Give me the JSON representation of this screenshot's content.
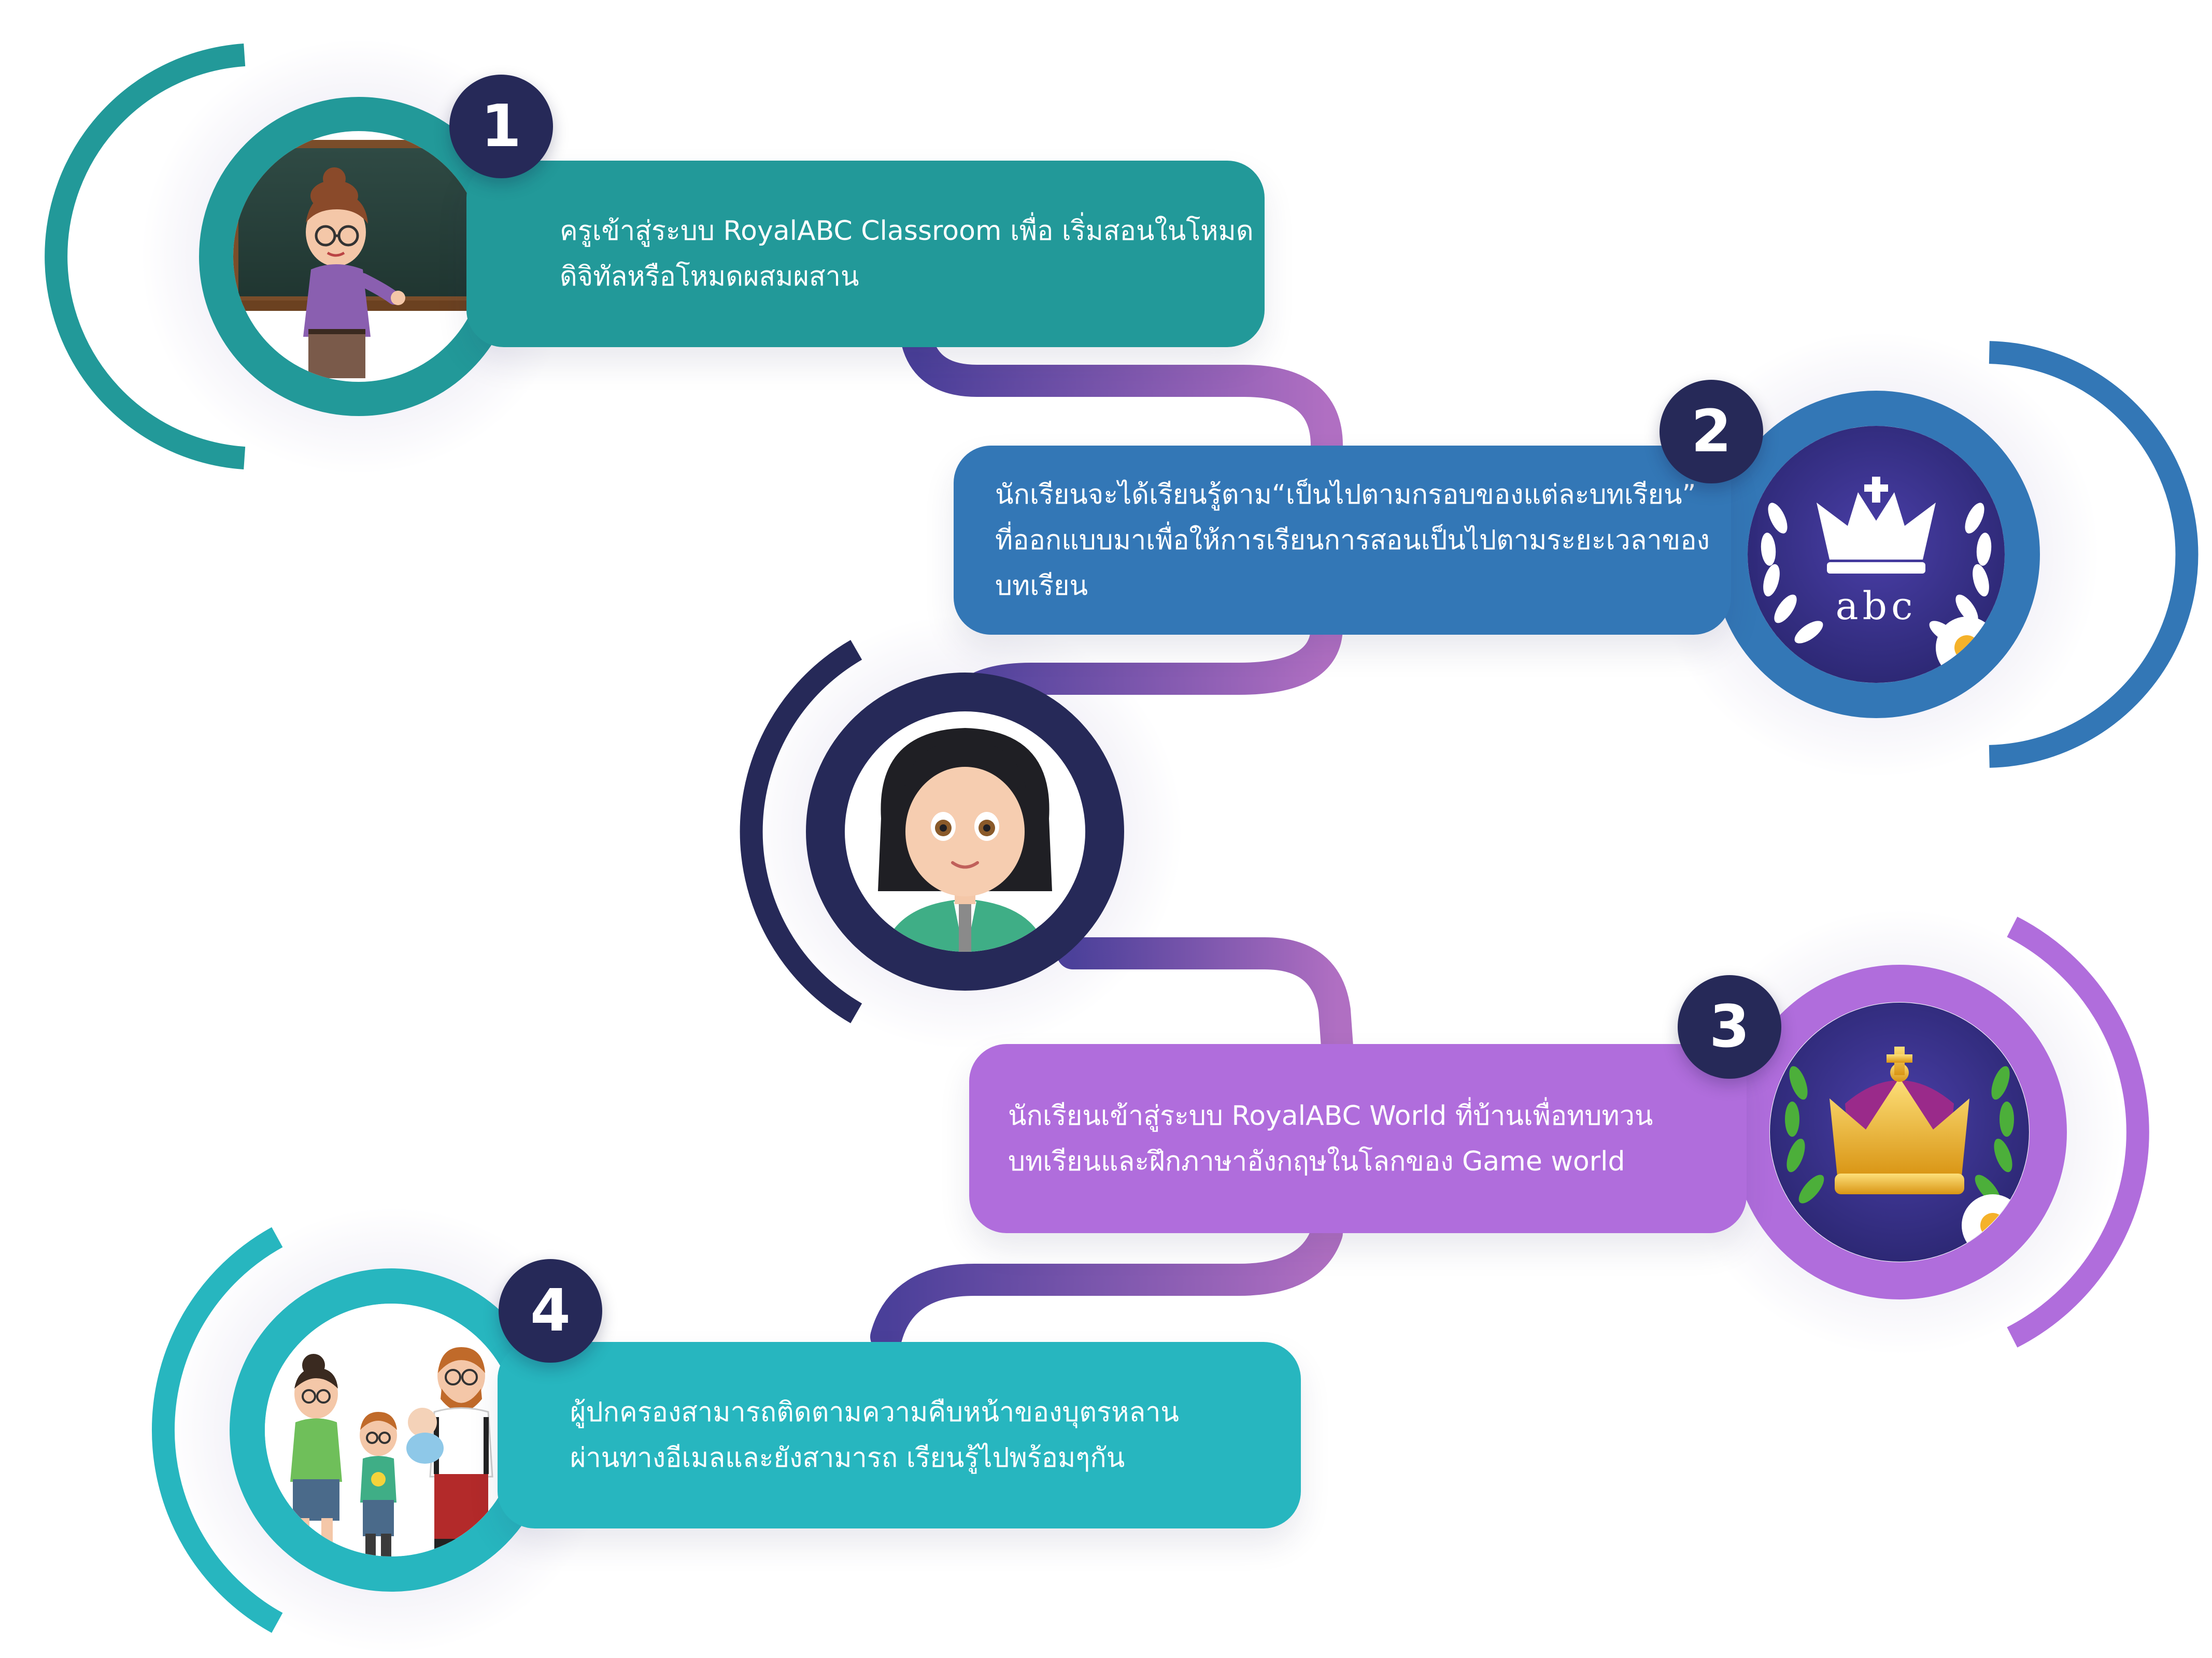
{
  "colors": {
    "teal": "#229999",
    "blue": "#3377b6",
    "navy": "#262958",
    "purple": "#b06ddc",
    "cyan": "#27b6bf",
    "connector_start": "#4a3f99",
    "connector_end": "#b06fc2"
  },
  "steps": [
    {
      "number": "1",
      "color": "#229999",
      "icon": "teacher-at-chalkboard-icon",
      "lines": [
        "ครูเข้าสู่ระบบ RoyalABC Classroom เพื่อ เริ่มสอนในโหมด",
        "ดิจิทัลหรือโหมดผสมผสาน"
      ]
    },
    {
      "number": "2",
      "color": "#3377b6",
      "icon": "royal-abc-crown-logo-icon",
      "logo_text": "abc",
      "lines": [
        "นักเรียนจะได้เรียนรู้ตาม“เป็นไปตามกรอบของแต่ละบทเรียน”",
        "ที่ออกแบบมาเพื่อให้การเรียนการสอนเป็นไปตามระยะเวลาของ",
        "บทเรียน"
      ]
    },
    {
      "number": "",
      "color": "#262958",
      "icon": "student-girl-avatar-icon",
      "lines": []
    },
    {
      "number": "3",
      "color": "#b06ddc",
      "icon": "gold-crown-game-world-icon",
      "lines": [
        "นักเรียนเข้าสู่ระบบ RoyalABC World ที่บ้านเพื่อทบทวน",
        "บทเรียนและฝึกภาษาอังกฤษในโลกของ  Game world"
      ]
    },
    {
      "number": "4",
      "color": "#27b6bf",
      "icon": "parents-and-children-family-icon",
      "lines": [
        "ผู้ปกครองสามารถติดตามความคืบหน้าของบุตรหลาน",
        "ผ่านทางอีเมลและยังสามารถ เรียนรู้ไปพร้อมๆกัน"
      ]
    }
  ]
}
